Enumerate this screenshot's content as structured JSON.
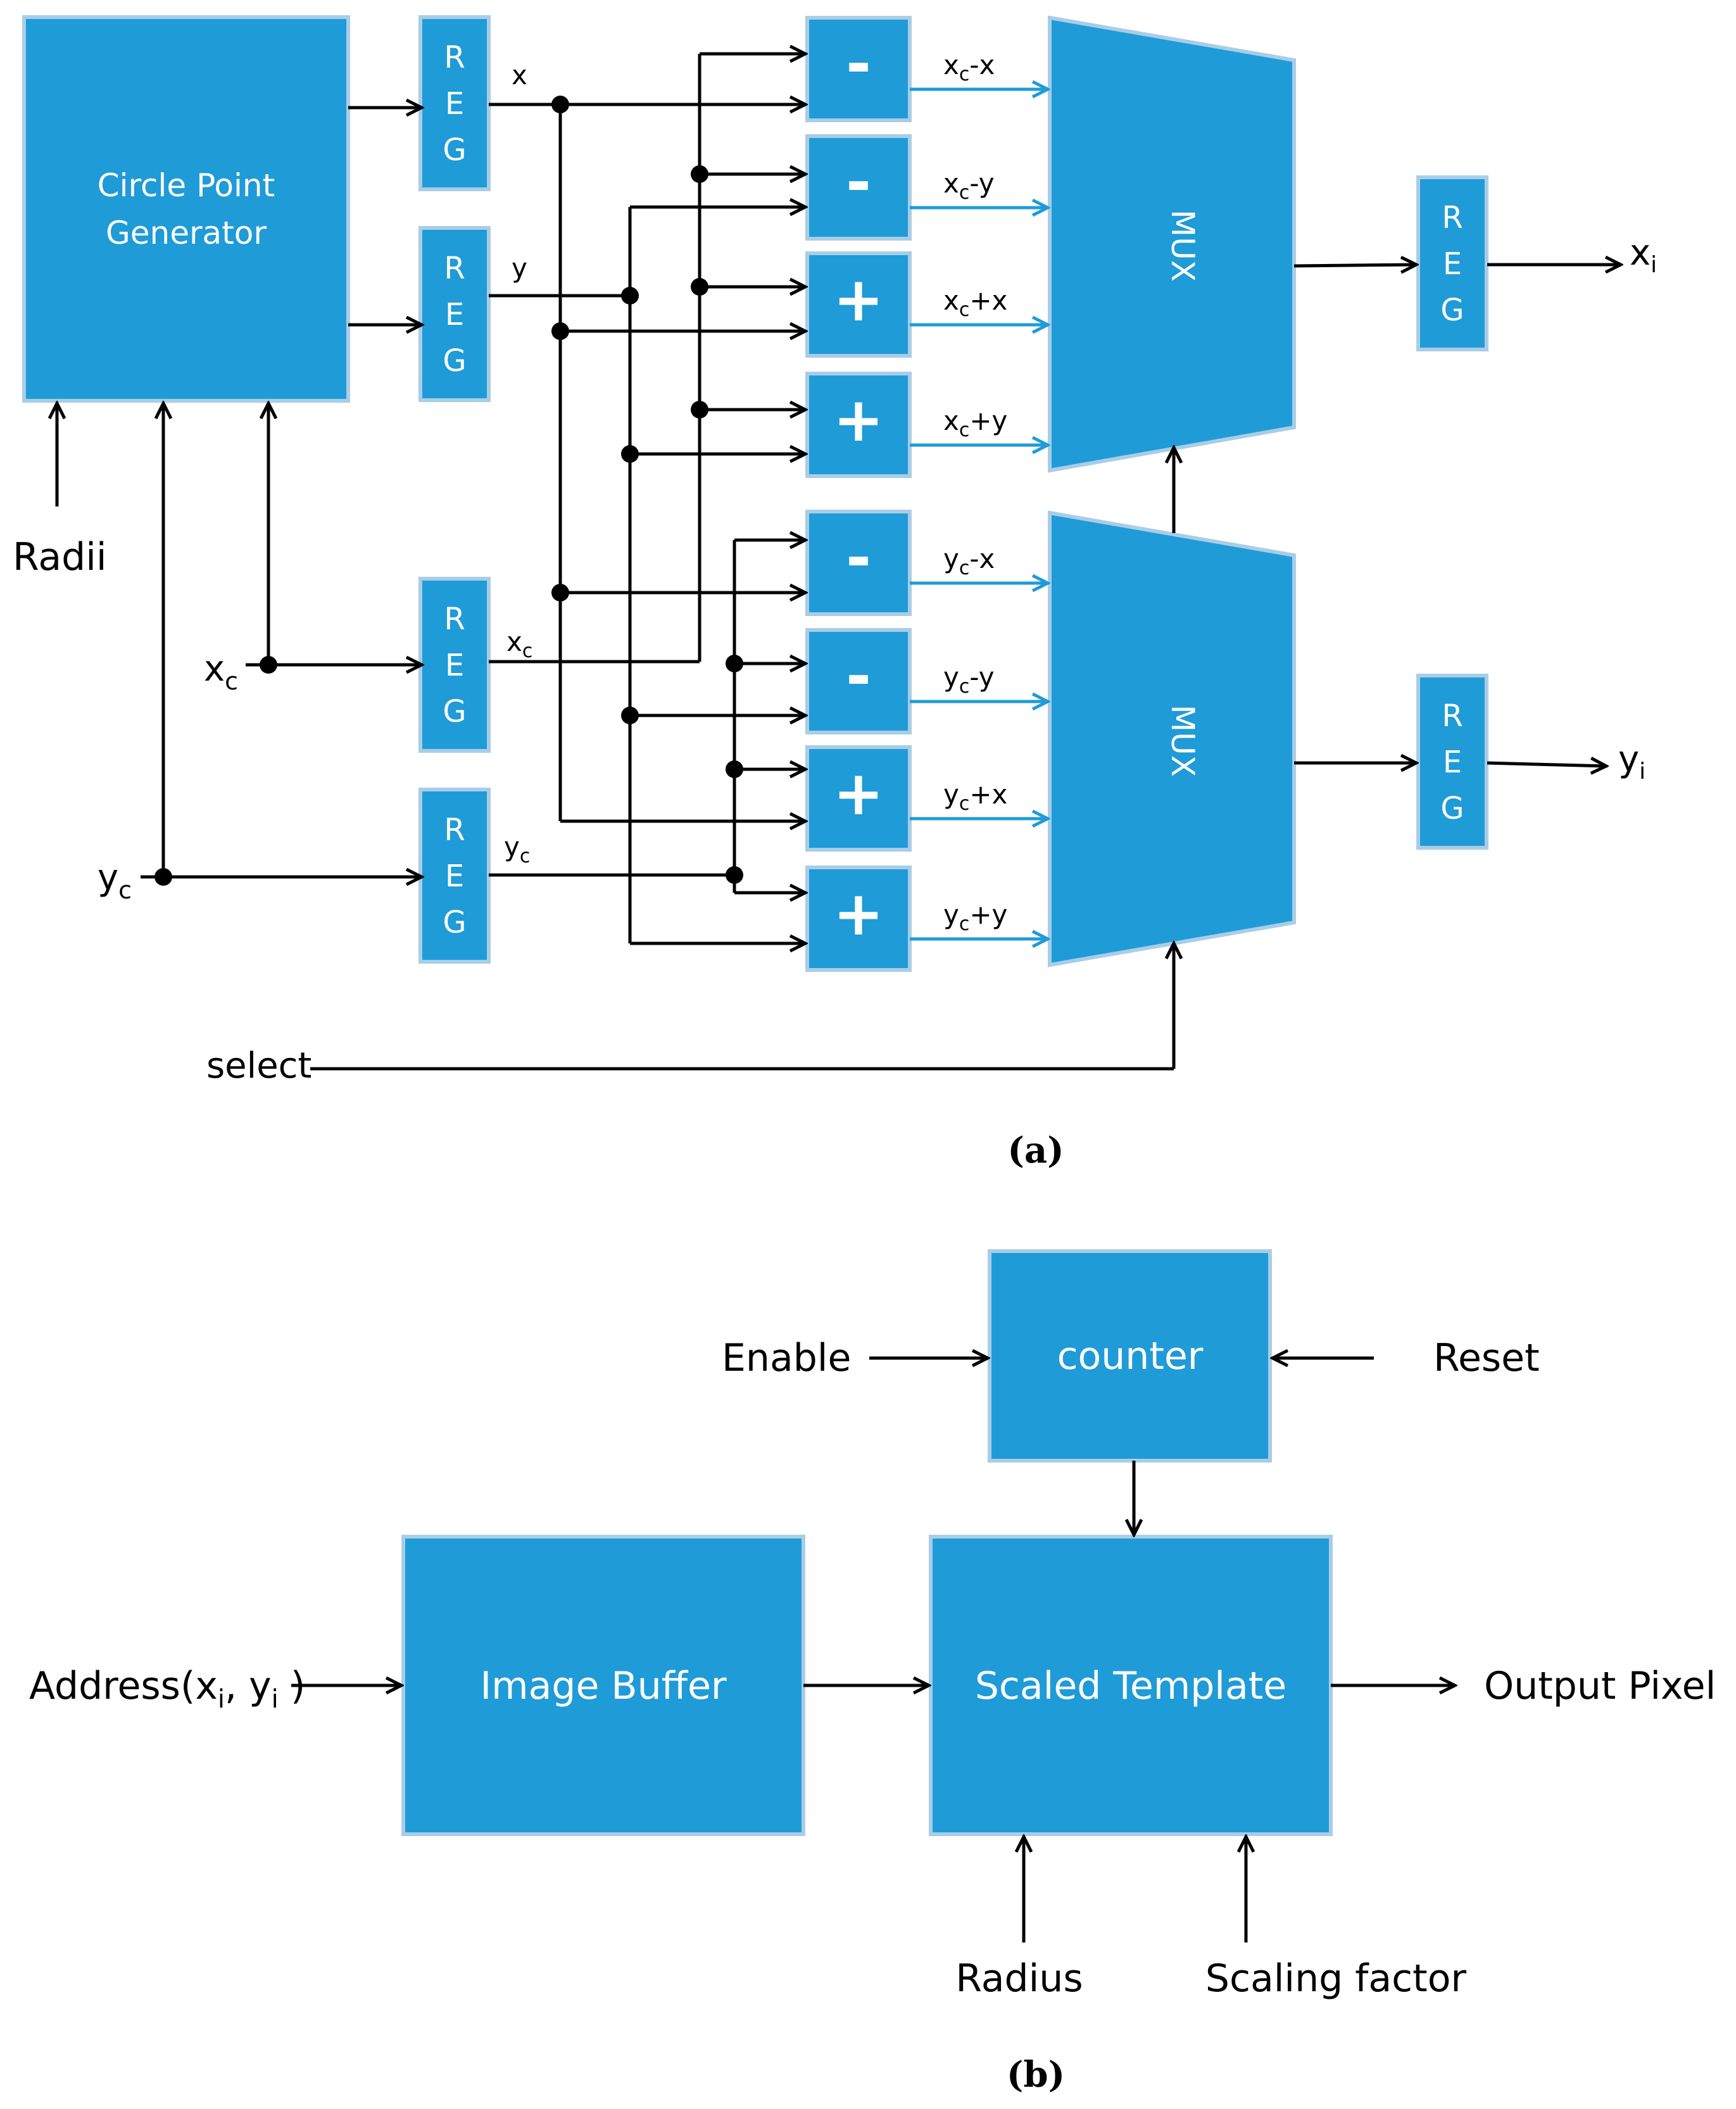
{
  "colors": {
    "block_fill": "#1f9bd8",
    "block_border": "#a9cde6",
    "wire": "#000000",
    "output_wire": "#1f9bd8"
  },
  "part_a": {
    "caption": "(a)",
    "generator": {
      "line1": "Circle Point",
      "line2": "Generator"
    },
    "reg_letters": [
      "R",
      "E",
      "G"
    ],
    "inputs": {
      "radii": "Radii",
      "select": "select"
    },
    "xc": {
      "base": "x",
      "sub": "c"
    },
    "yc": {
      "base": "y",
      "sub": "c"
    },
    "x_wire": "x",
    "y_wire": "y",
    "mux_label": "MUX",
    "ops": [
      "-",
      "-",
      "+",
      "+",
      "-",
      "-",
      "+",
      "+"
    ],
    "sums": [
      {
        "base": "x",
        "sub": "c",
        "rest": "-x"
      },
      {
        "base": "x",
        "sub": "c",
        "rest": "-y"
      },
      {
        "base": "x",
        "sub": "c",
        "rest": "+x"
      },
      {
        "base": "x",
        "sub": "c",
        "rest": "+y"
      },
      {
        "base": "y",
        "sub": "c",
        "rest": "-x"
      },
      {
        "base": "y",
        "sub": "c",
        "rest": "-y"
      },
      {
        "base": "y",
        "sub": "c",
        "rest": "+x"
      },
      {
        "base": "y",
        "sub": "c",
        "rest": "+y"
      }
    ],
    "out_x": {
      "base": "x",
      "sub": "i"
    },
    "out_y": {
      "base": "y",
      "sub": "i"
    }
  },
  "part_b": {
    "caption": "(b)",
    "counter": "counter",
    "enable": "Enable",
    "reset": "Reset",
    "image_buffer": "Image Buffer",
    "scaled_template": "Scaled Template",
    "output_pixel": "Output Pixel",
    "radius": "Radius",
    "scaling_factor": "Scaling factor",
    "address": {
      "prefix": "Address(x",
      "sub1": "i",
      "mid": ", y",
      "sub2": "i",
      "suffix": " )"
    }
  }
}
